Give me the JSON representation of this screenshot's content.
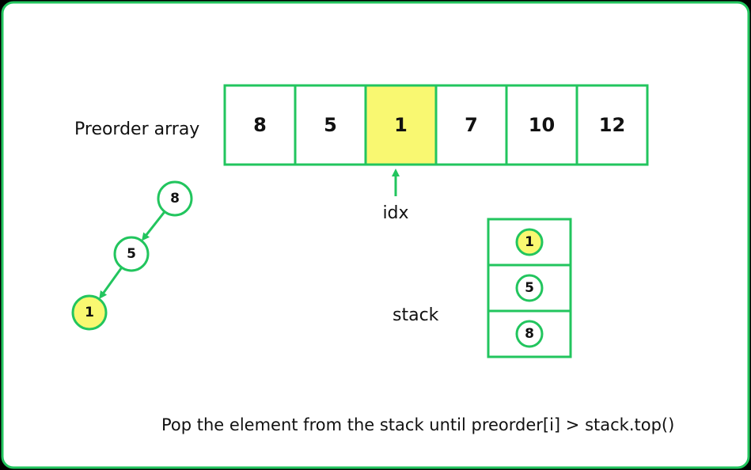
{
  "colors": {
    "green": "#22c55e",
    "highlight": "#f9f871",
    "background": "#ffffff",
    "outer": "#000000",
    "text": "#111111"
  },
  "array_label": "Preorder array",
  "array": [
    {
      "value": "8",
      "highlight": false
    },
    {
      "value": "5",
      "highlight": false
    },
    {
      "value": "1",
      "highlight": true
    },
    {
      "value": "7",
      "highlight": false
    },
    {
      "value": "10",
      "highlight": false
    },
    {
      "value": "12",
      "highlight": false
    }
  ],
  "pointer_label": "idx",
  "tree_nodes": [
    {
      "value": "8",
      "highlight": false
    },
    {
      "value": "5",
      "highlight": false
    },
    {
      "value": "1",
      "highlight": true
    }
  ],
  "stack_label": "stack",
  "stack": [
    {
      "value": "1",
      "highlight": true
    },
    {
      "value": "5",
      "highlight": false
    },
    {
      "value": "8",
      "highlight": false
    }
  ],
  "caption": "Pop the element from the stack until preorder[i] > stack.top()"
}
